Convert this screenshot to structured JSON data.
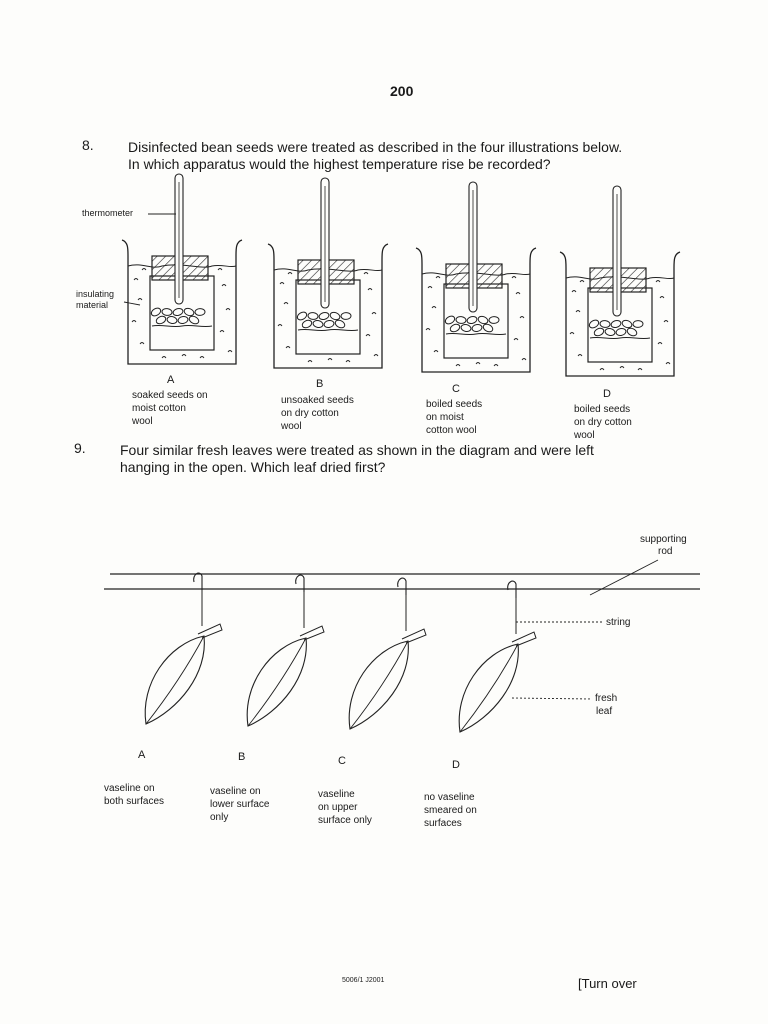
{
  "page_number": "200",
  "q8": {
    "number": "8.",
    "line1": "Disinfected bean seeds were treated as described in the four illustrations below.",
    "line2": "In which apparatus would the highest temperature rise be recorded?",
    "label_thermometer": "thermometer",
    "label_insulating_1": "insulating",
    "label_insulating_2": "material",
    "options": [
      {
        "letter": "A",
        "lines": [
          "soaked seeds on",
          "moist cotton",
          "wool"
        ]
      },
      {
        "letter": "B",
        "lines": [
          "unsoaked seeds",
          "on dry cotton",
          "wool"
        ]
      },
      {
        "letter": "C",
        "lines": [
          "boiled seeds",
          "on moist",
          "cotton wool"
        ]
      },
      {
        "letter": "D",
        "lines": [
          "boiled seeds",
          "on dry cotton",
          "wool"
        ]
      }
    ]
  },
  "q9": {
    "number": "9.",
    "line1": "Four similar fresh leaves were treated as shown in the diagram and were left",
    "line2": "hanging in the open.  Which leaf dried first?",
    "label_rod_1": "supporting",
    "label_rod_2": "rod",
    "label_string": "string",
    "label_leaf_1": "fresh",
    "label_leaf_2": "leaf",
    "options": [
      {
        "letter": "A",
        "lines": [
          "vaseline on",
          "both surfaces"
        ]
      },
      {
        "letter": "B",
        "lines": [
          "vaseline on",
          "lower surface",
          "only"
        ]
      },
      {
        "letter": "C",
        "lines": [
          "vaseline",
          "on upper",
          "surface only"
        ]
      },
      {
        "letter": "D",
        "lines": [
          "no vaseline",
          "smeared on",
          "surfaces"
        ]
      }
    ]
  },
  "footer": {
    "code": "5006/1 J2001",
    "turn_over": "[Turn over"
  }
}
